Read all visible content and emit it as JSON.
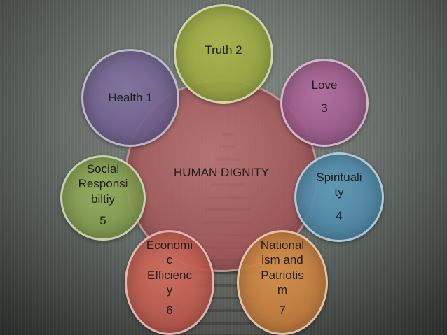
{
  "diagram": {
    "center": "HUMAN DIGNITY",
    "items": [
      {
        "label": "Truth 2"
      },
      {
        "label": "Love",
        "number": "3"
      },
      {
        "label_lines": [
          "Spirituali",
          "ty"
        ],
        "number": "4"
      },
      {
        "label_lines": [
          "National",
          "ism and",
          "Patriotis",
          "m"
        ],
        "number": "7"
      },
      {
        "label_lines": [
          "Economi",
          "c",
          "Efficienc",
          "y"
        ],
        "number": "6"
      },
      {
        "label_lines": [
          "Social",
          "Responsi",
          "biltiy"
        ],
        "number": "5"
      },
      {
        "label": "Health 1"
      }
    ]
  }
}
